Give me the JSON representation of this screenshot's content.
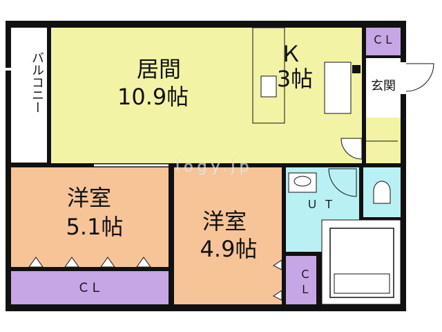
{
  "colors": {
    "wall": "#111111",
    "living": "#f3f3a6",
    "western_room": "#f6c497",
    "closet": "#c7a6e6",
    "water": "#b8f0f4",
    "entrance": "#ffffff",
    "balcony": "#ffffff"
  },
  "rooms": {
    "living": {
      "name": "居間",
      "size": "10.9帖"
    },
    "kitchen": {
      "name": "Ｋ",
      "size": "3帖"
    },
    "entrance": {
      "name": "玄関"
    },
    "balcony": {
      "name": "バルコニー"
    },
    "western_left": {
      "name": "洋室",
      "size": "5.1帖"
    },
    "western_right": {
      "name": "洋室",
      "size": "4.9帖"
    },
    "unit_bath": {
      "name": "ＵＴ"
    },
    "closet_top": {
      "name": "ＣＬ"
    },
    "closet_bottom": {
      "name": "ＣＬ"
    },
    "closet_right": {
      "name": "ＣＬ"
    }
  },
  "watermark": "logy.jp"
}
